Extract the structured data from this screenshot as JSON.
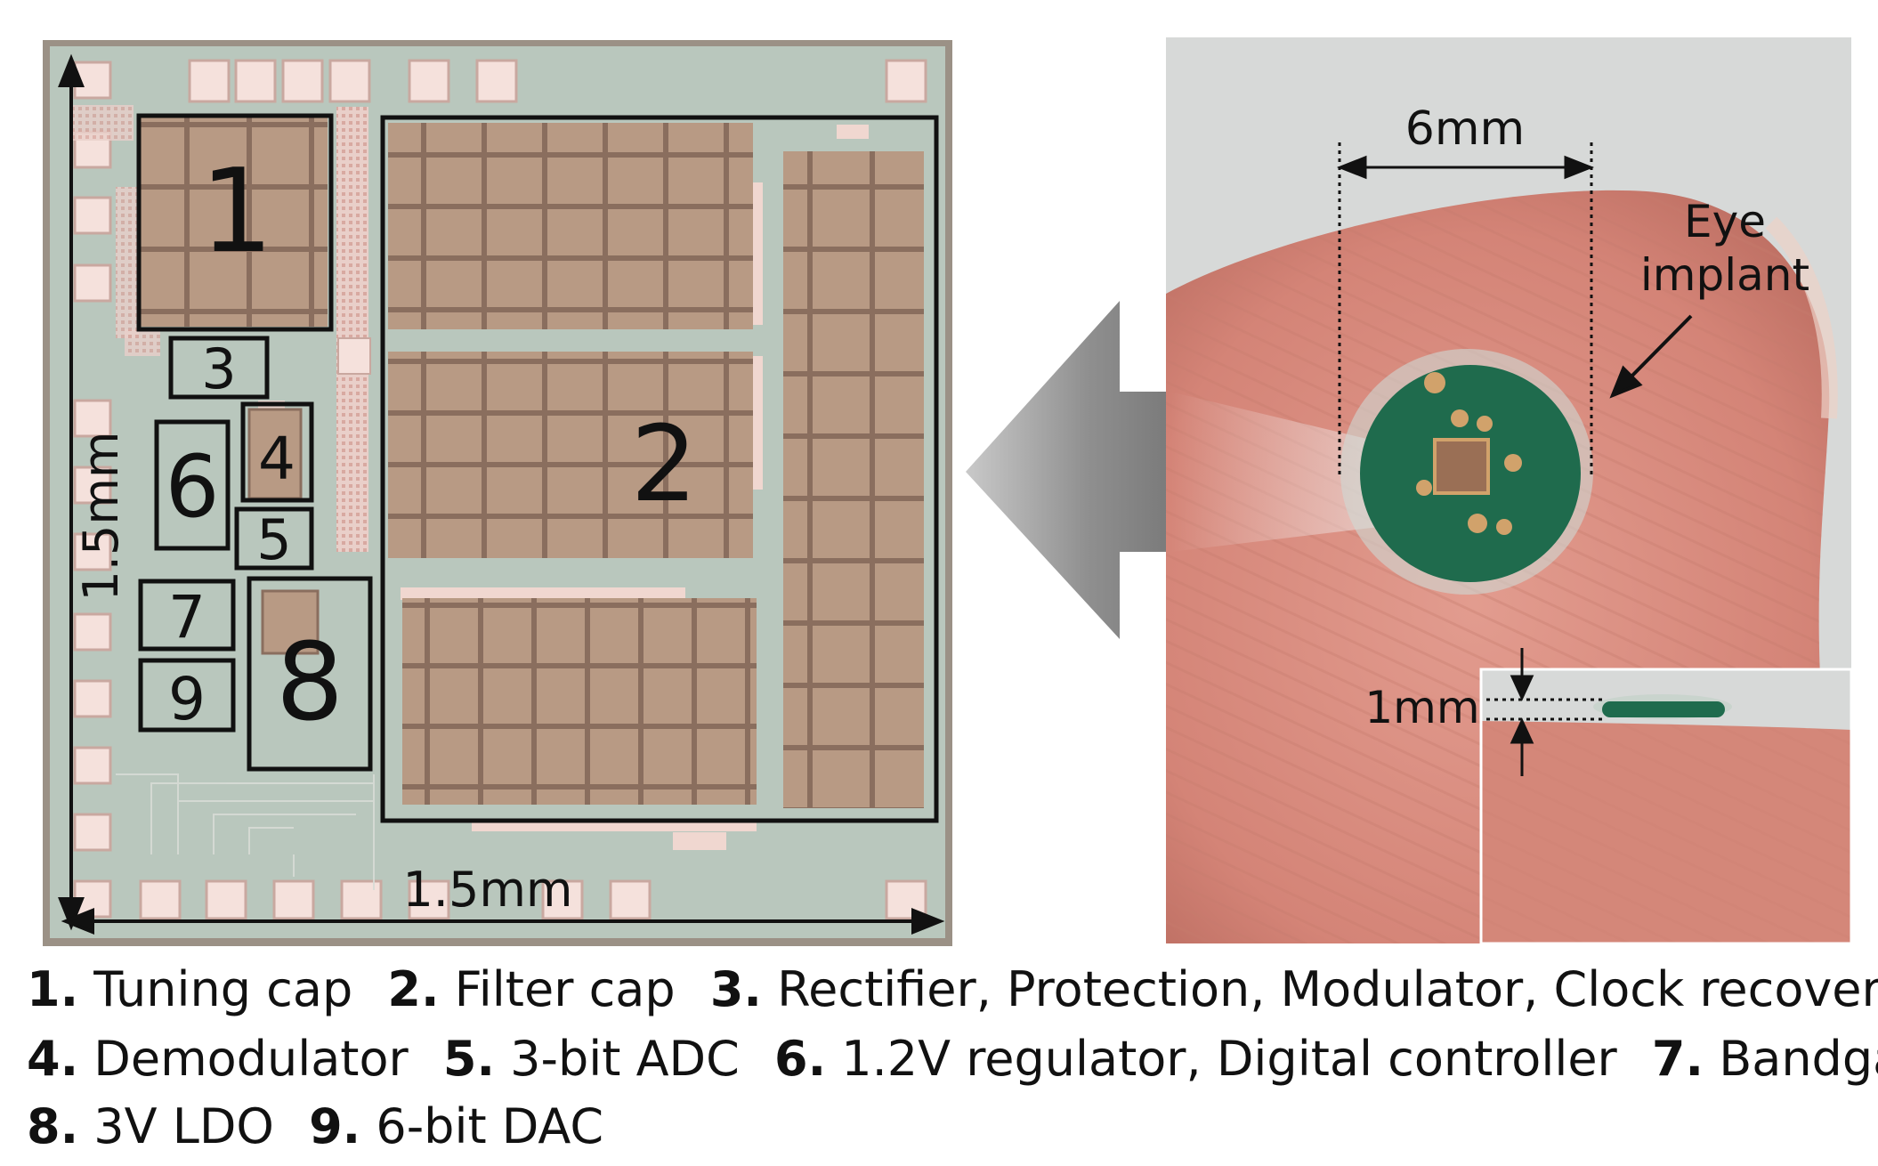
{
  "die": {
    "width_label": "1.5mm",
    "height_label": "1.5mm",
    "blocks": [
      {
        "id": "1",
        "label": "1"
      },
      {
        "id": "2",
        "label": "2"
      },
      {
        "id": "3",
        "label": "3"
      },
      {
        "id": "4",
        "label": "4"
      },
      {
        "id": "5",
        "label": "5"
      },
      {
        "id": "6",
        "label": "6"
      },
      {
        "id": "7",
        "label": "7"
      },
      {
        "id": "8",
        "label": "8"
      },
      {
        "id": "9",
        "label": "9"
      }
    ]
  },
  "photo": {
    "width_label": "6mm",
    "thickness_label": "1mm",
    "implant_label_line1": "Eye",
    "implant_label_line2": "implant"
  },
  "legend": {
    "rows": [
      [
        {
          "num": "1.",
          "text": "Tuning cap"
        },
        {
          "num": "2.",
          "text": "Filter cap"
        },
        {
          "num": "3.",
          "text": "Rectifier, Protection, Modulator, Clock recovery"
        }
      ],
      [
        {
          "num": "4.",
          "text": "Demodulator"
        },
        {
          "num": "5.",
          "text": "3-bit ADC"
        },
        {
          "num": "6.",
          "text": "1.2V regulator, Digital controller"
        },
        {
          "num": "7.",
          "text": "Bandgap"
        }
      ],
      [
        {
          "num": "8.",
          "text": "3V LDO"
        },
        {
          "num": "9.",
          "text": "6-bit DAC"
        }
      ]
    ]
  },
  "colors": {
    "die_background": "#b9c7bd",
    "capacitor_cell": "#b89a84",
    "pad": "#f5e1dc",
    "finger_skin": "#d98f83",
    "implant_green": "#1f6b4d",
    "arrow_gray": "#9a9a9a"
  }
}
